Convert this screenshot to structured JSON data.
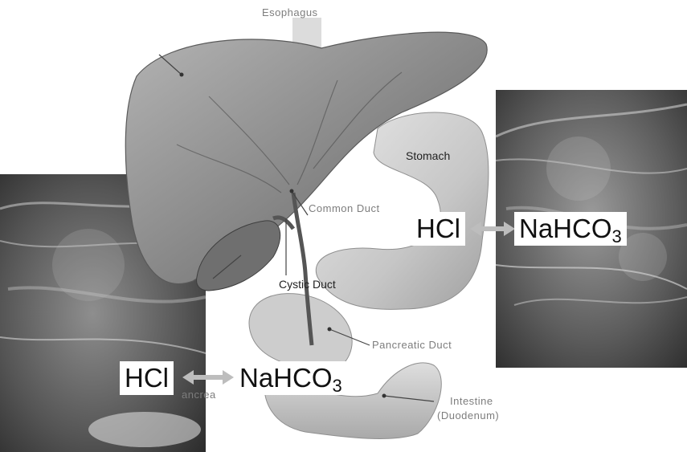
{
  "labels": {
    "esophagus": "Esophagus",
    "stomach": "Stomach",
    "common_duct": "Common Duct",
    "cystic_duct": "Cystic Duct",
    "pancreatic_duct": "Pancreatic Duct",
    "intestine": "Intestine",
    "duodenum": "(Duodenum)",
    "pancreas_partial": "ancrea"
  },
  "reaction_boxes": {
    "right": {
      "acid": "HCl",
      "base_main": "NaHCO",
      "base_sub": "3"
    },
    "left": {
      "acid": "HCl",
      "base_main": "NaHCO",
      "base_sub": "3"
    }
  },
  "colors": {
    "arrow": "#bdbdbd",
    "label_faint": "#7d7d7d",
    "label_dark": "#222222",
    "box_bg": "#ffffff"
  }
}
